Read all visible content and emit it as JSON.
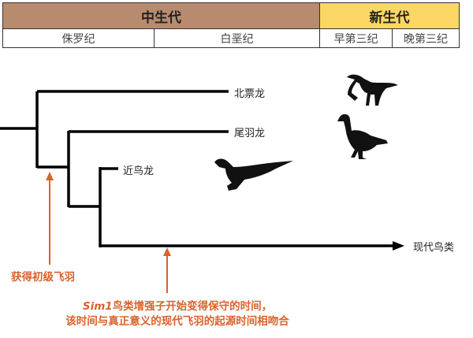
{
  "table": {
    "eras": [
      {
        "label": "中生代",
        "color": "#b98b6e"
      },
      {
        "label": "新生代",
        "color": "#fcd765"
      }
    ],
    "periods": [
      "侏罗纪",
      "白垩纪",
      "早第三纪",
      "晚第三纪"
    ]
  },
  "tree": {
    "taxa": [
      "北票龙",
      "尾羽龙",
      "近鸟龙",
      "现代鸟类"
    ]
  },
  "annotations": {
    "primary_feathers": "获得初级飞羽",
    "sim1_gene": "Sim1",
    "sim1_line1_rest": "鸟类增强子开始变得保守的时间，",
    "sim1_line2": "该时间与真正意义的现代飞羽的起源时间相吻合",
    "color": "#d9622b"
  }
}
